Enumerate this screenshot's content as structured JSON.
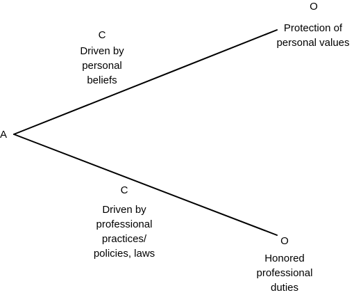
{
  "diagram": {
    "root": {
      "label": "A"
    },
    "upper": {
      "condition_marker": "C",
      "condition_lines": [
        "Driven by",
        "personal",
        "beliefs"
      ],
      "outcome_marker": "O",
      "outcome_lines": [
        "Protection of",
        "personal values"
      ]
    },
    "lower": {
      "condition_marker": "C",
      "condition_lines": [
        "Driven by",
        "professional",
        "practices/",
        "policies, laws"
      ],
      "outcome_marker": "O",
      "outcome_lines": [
        "Honored",
        "professional",
        "duties"
      ]
    },
    "line_color": "#000000"
  }
}
